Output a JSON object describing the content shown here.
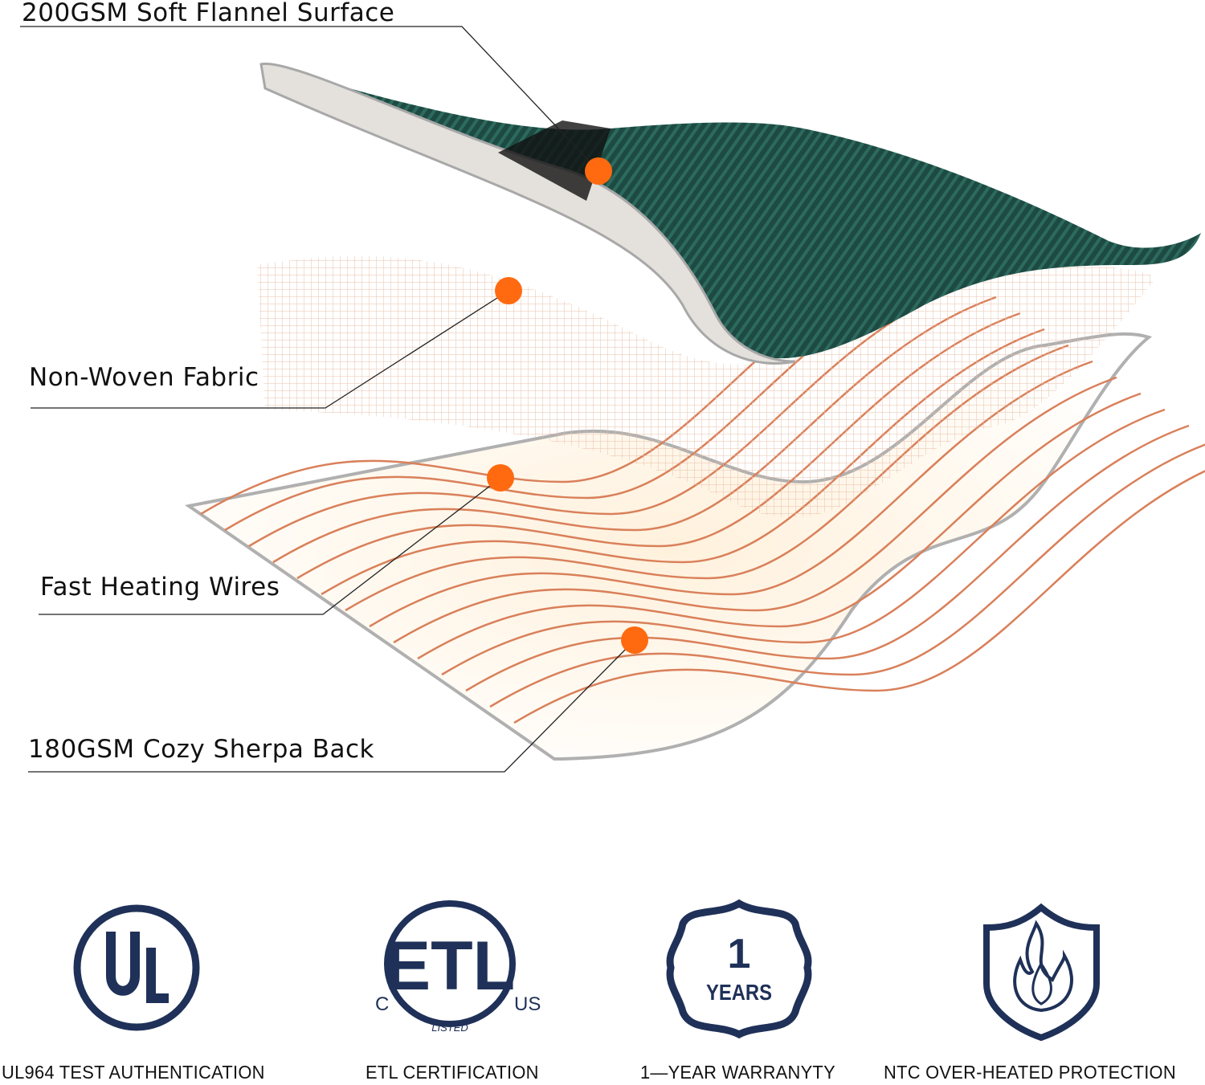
{
  "callouts": [
    {
      "label": "200GSM Soft Flannel Surface"
    },
    {
      "label": "Non-Woven Fabric"
    },
    {
      "label": "Fast Heating Wires"
    },
    {
      "label": "180GSM Cozy Sherpa Back"
    }
  ],
  "badges": [
    {
      "label": "UL964 TEST AUTHENTICATION",
      "icon": "ul-logo-icon",
      "logo_text": "UL"
    },
    {
      "label": "ETL CERTIFICATION",
      "icon": "etl-listed-logo-icon",
      "logo_text": "ETL C US LISTED"
    },
    {
      "label": "1—YEAR WARRANYTY",
      "icon": "warranty-seal-icon",
      "logo_text": "1 YEARS"
    },
    {
      "label": "NTC OVER-HEATED PROTECTION",
      "icon": "flame-shield-icon"
    }
  ],
  "colors": {
    "accent_dot": "#ff6a10",
    "badge_navy": "#1f3158",
    "flannel_green": "#1d4a42",
    "wire_copper": "#d9805a"
  }
}
